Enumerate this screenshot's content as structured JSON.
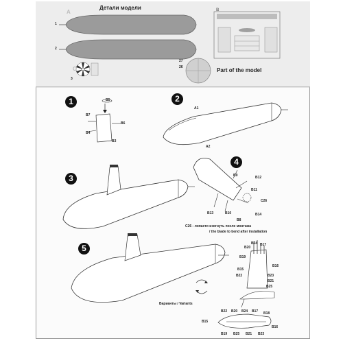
{
  "header": {
    "title_ru": "Детали модели",
    "title_en": "Part of the model"
  },
  "sprue": {
    "hull_number_1": "1",
    "hull_number_2": "2",
    "part_a": "A",
    "part_b": "B",
    "part_c": "C",
    "prop_label": "3",
    "disk_label_a": "27",
    "disk_label_b": "26"
  },
  "steps": {
    "s1": "1",
    "s2": "2",
    "s3": "3",
    "s4": "4",
    "s5": "5"
  },
  "step1": {
    "b5": "B5",
    "b7": "B7",
    "b6": "B6",
    "b4": "B4",
    "b3": "B3"
  },
  "step2": {
    "a1": "A1",
    "a2": "A2"
  },
  "step4": {
    "b9": "B9",
    "b12": "B12",
    "b11": "B11",
    "c26": "C26",
    "b13": "B13",
    "b10": "B10",
    "b14": "B14",
    "b8": "B8"
  },
  "notes": {
    "blade_ru": "C26 - лопасти изогнуть после монтажа",
    "blade_en": "/ the blade to bend after installation",
    "variants": "Варианты / Variants"
  },
  "step5": {
    "b24": "B24",
    "b17": "B17",
    "b20": "B20",
    "b19": "B19",
    "b16": "B16",
    "b15": "B15",
    "b22": "B22",
    "b23": "B23",
    "b21": "B21",
    "b25": "B25",
    "b18": "B18",
    "b15b": "B15",
    "b22b": "B22",
    "b20b": "B20",
    "b24b": "B24",
    "b17b": "B17",
    "b16b": "B16",
    "b19b": "B19",
    "b25b": "B25",
    "b21b": "B21",
    "b23b": "B23"
  }
}
